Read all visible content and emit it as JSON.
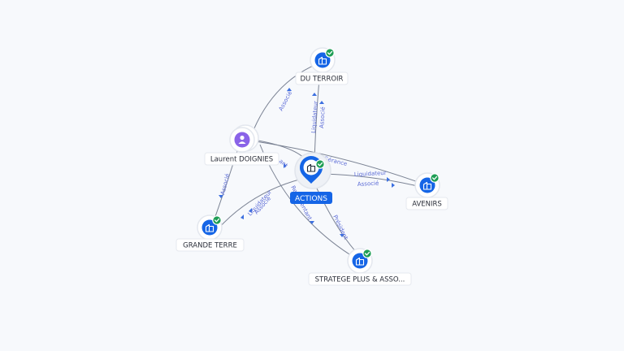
{
  "nodes": {
    "du_terroir": {
      "label": "DU TERROIR",
      "type": "company",
      "verified": true
    },
    "laurent": {
      "label": "Laurent DOIGNIES",
      "type": "person"
    },
    "actions": {
      "label": "ACTIONS",
      "type": "company",
      "verified": true,
      "main": true
    },
    "avenirs": {
      "label": "AVENIRS",
      "type": "company",
      "verified": true
    },
    "grande_terre": {
      "label": "GRANDE TERRE",
      "type": "company",
      "verified": true
    },
    "strategie": {
      "label": "STRATEGE PLUS & ASSO...",
      "type": "company",
      "verified": true
    }
  },
  "edge_labels": {
    "laurent_duterroir": "Associé",
    "actions_duterroir_1": "Liquidateur",
    "actions_duterroir_2": "Associé",
    "laurent_actions": "Gérance",
    "actions_avenirs_1": "Liquidateur",
    "actions_avenirs_2": "Associé",
    "laurent_grandeterre": "Associé",
    "actions_grandeterre_1": "Liquidateur",
    "actions_grandeterre_2": "Associé",
    "laurent_strategie": "Représentant",
    "actions_strategie": "Président",
    "partial_gerant": "ant"
  },
  "colors": {
    "company": "#1565e6",
    "person": "#8a63e8",
    "verified": "#1e9e55",
    "edge_label": "#5b6bd6",
    "background": "#f7f9fc"
  }
}
